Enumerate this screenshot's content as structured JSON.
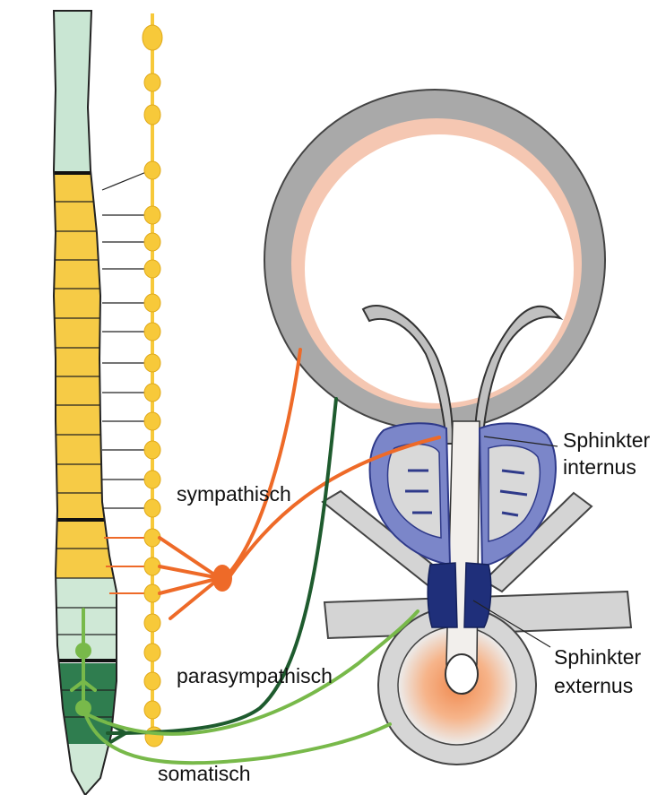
{
  "labels": {
    "sympathisch": "sympathisch",
    "parasympathisch": "parasympathisch",
    "somatisch": "somatisch",
    "sphincter_internus_1": "Sphinkter",
    "sphincter_internus_2": "internus",
    "sphincter_externus_1": "Sphinkter",
    "sphincter_externus_2": "externus"
  },
  "colors": {
    "cervical": "#c9e6d3",
    "thoracolumbar": "#f6cb46",
    "sacral_light": "#cfe8d6",
    "sacral_dark": "#2f7d4f",
    "ganglion_chain": "#f7c93a",
    "sympathetic": "#ee6a28",
    "parasympathetic": "#1e5b2e",
    "somatic": "#78b94a",
    "bladder_wall": "#a9a9a9",
    "bladder_inner_tint": "#f5c7b2",
    "sphincter_internus": "#7b86c9",
    "sphincter_externus": "#1f2f7a"
  }
}
